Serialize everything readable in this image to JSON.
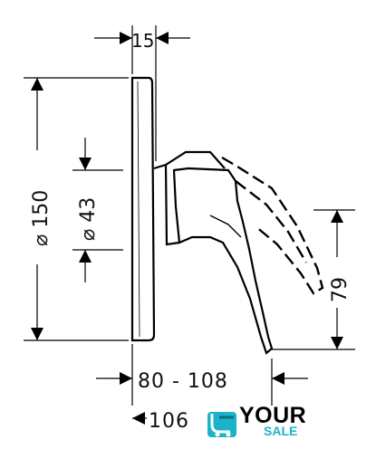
{
  "dimensions": {
    "depth_label": "15",
    "plate_height_label": "⌀ 150",
    "cutout_label": "⌀ 43",
    "height_label": "79",
    "projection_label": "80 - 108",
    "total_label": "106"
  },
  "watermark": {
    "word": "YOUR",
    "sub": "SALE",
    "brand_color": "#1bb3c8"
  }
}
